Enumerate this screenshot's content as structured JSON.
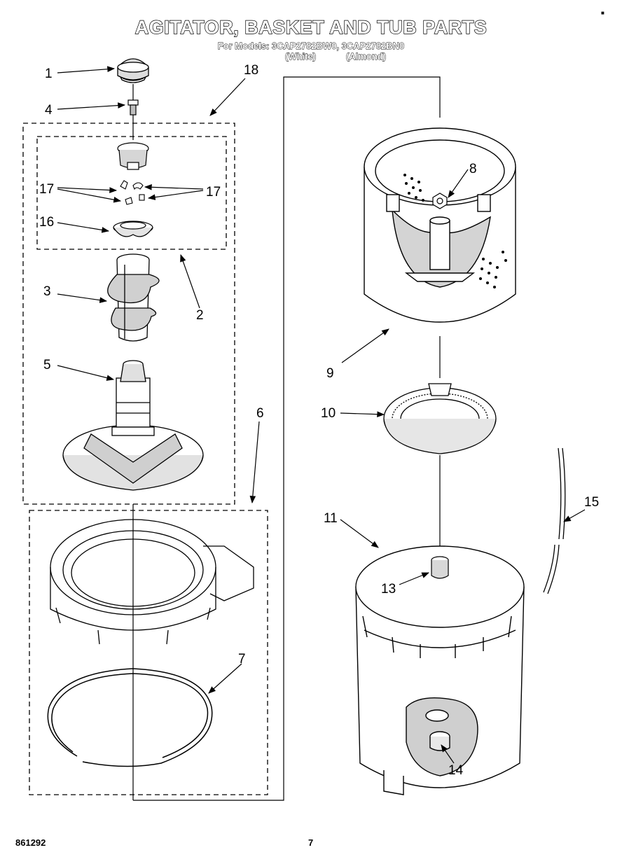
{
  "header": {
    "title": "AGITATOR, BASKET AND TUB PARTS",
    "models_line": "For Models: 3CAP2782BW0, 3CAP2782BN0",
    "color_white": "(White)",
    "color_almond": "(Almond)"
  },
  "callouts": {
    "c1": "1",
    "c2": "2",
    "c3": "3",
    "c4": "4",
    "c5": "5",
    "c6": "6",
    "c7": "7",
    "c8": "8",
    "c9": "9",
    "c10": "10",
    "c11": "11",
    "c13": "13",
    "c14": "14",
    "c15": "15",
    "c16": "16",
    "c17a": "17",
    "c17b": "17",
    "c18": "18"
  },
  "footer": {
    "doc_number": "861292",
    "page_number": "7"
  },
  "colors": {
    "ink": "#000000",
    "shade": "#d8d8d8",
    "paper": "#ffffff"
  }
}
